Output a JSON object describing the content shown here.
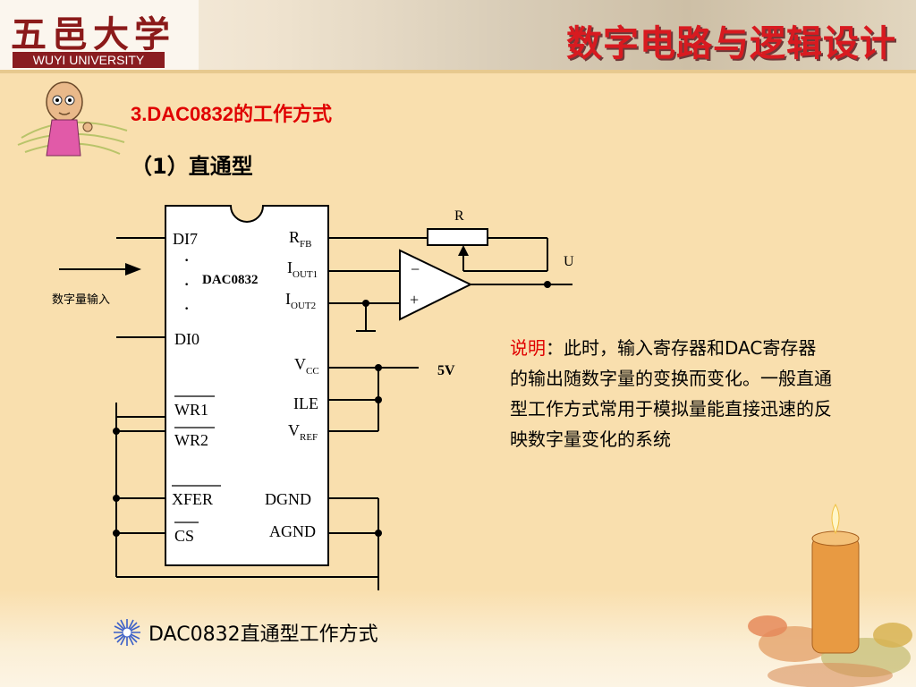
{
  "header": {
    "logo_cn": "五邑大学",
    "logo_en": "WUYI UNIVERSITY",
    "course_title": "数字电路与逻辑设计"
  },
  "content": {
    "section_title": "3.DAC0832的工作方式",
    "subsection": "（1）直通型",
    "note_label": "说明",
    "note_text": "：此时，输入寄存器和DAC寄存器的输出随数字量的变换而变化。一般直通型工作方式常用于模拟量能直接迅速的反映数字量变化的系统",
    "caption": "DAC0832直通型工作方式"
  },
  "diagram": {
    "chip_name": "DAC0832",
    "input_label": "数字量输入",
    "supply_label": "5V",
    "resistor_label": "R",
    "output_label": "U",
    "opamp_minus": "−",
    "opamp_plus": "+",
    "dots": "·",
    "pins_left": {
      "di7": "DI7",
      "di0": "DI0",
      "wr1": "WR1",
      "wr2": "WR2",
      "xfer": "XFER",
      "cs": "CS"
    },
    "pins_right": {
      "rfb_main": "R",
      "rfb_sub": "FB",
      "iout1_main": "I",
      "iout1_sub": "OUT1",
      "iout2_main": "I",
      "iout2_sub": "OUT2",
      "vcc_main": "V",
      "vcc_sub": "CC",
      "ile": "ILE",
      "vref_main": "V",
      "vref_sub": "REF",
      "dgnd": "DGND",
      "agnd": "AGND"
    }
  }
}
